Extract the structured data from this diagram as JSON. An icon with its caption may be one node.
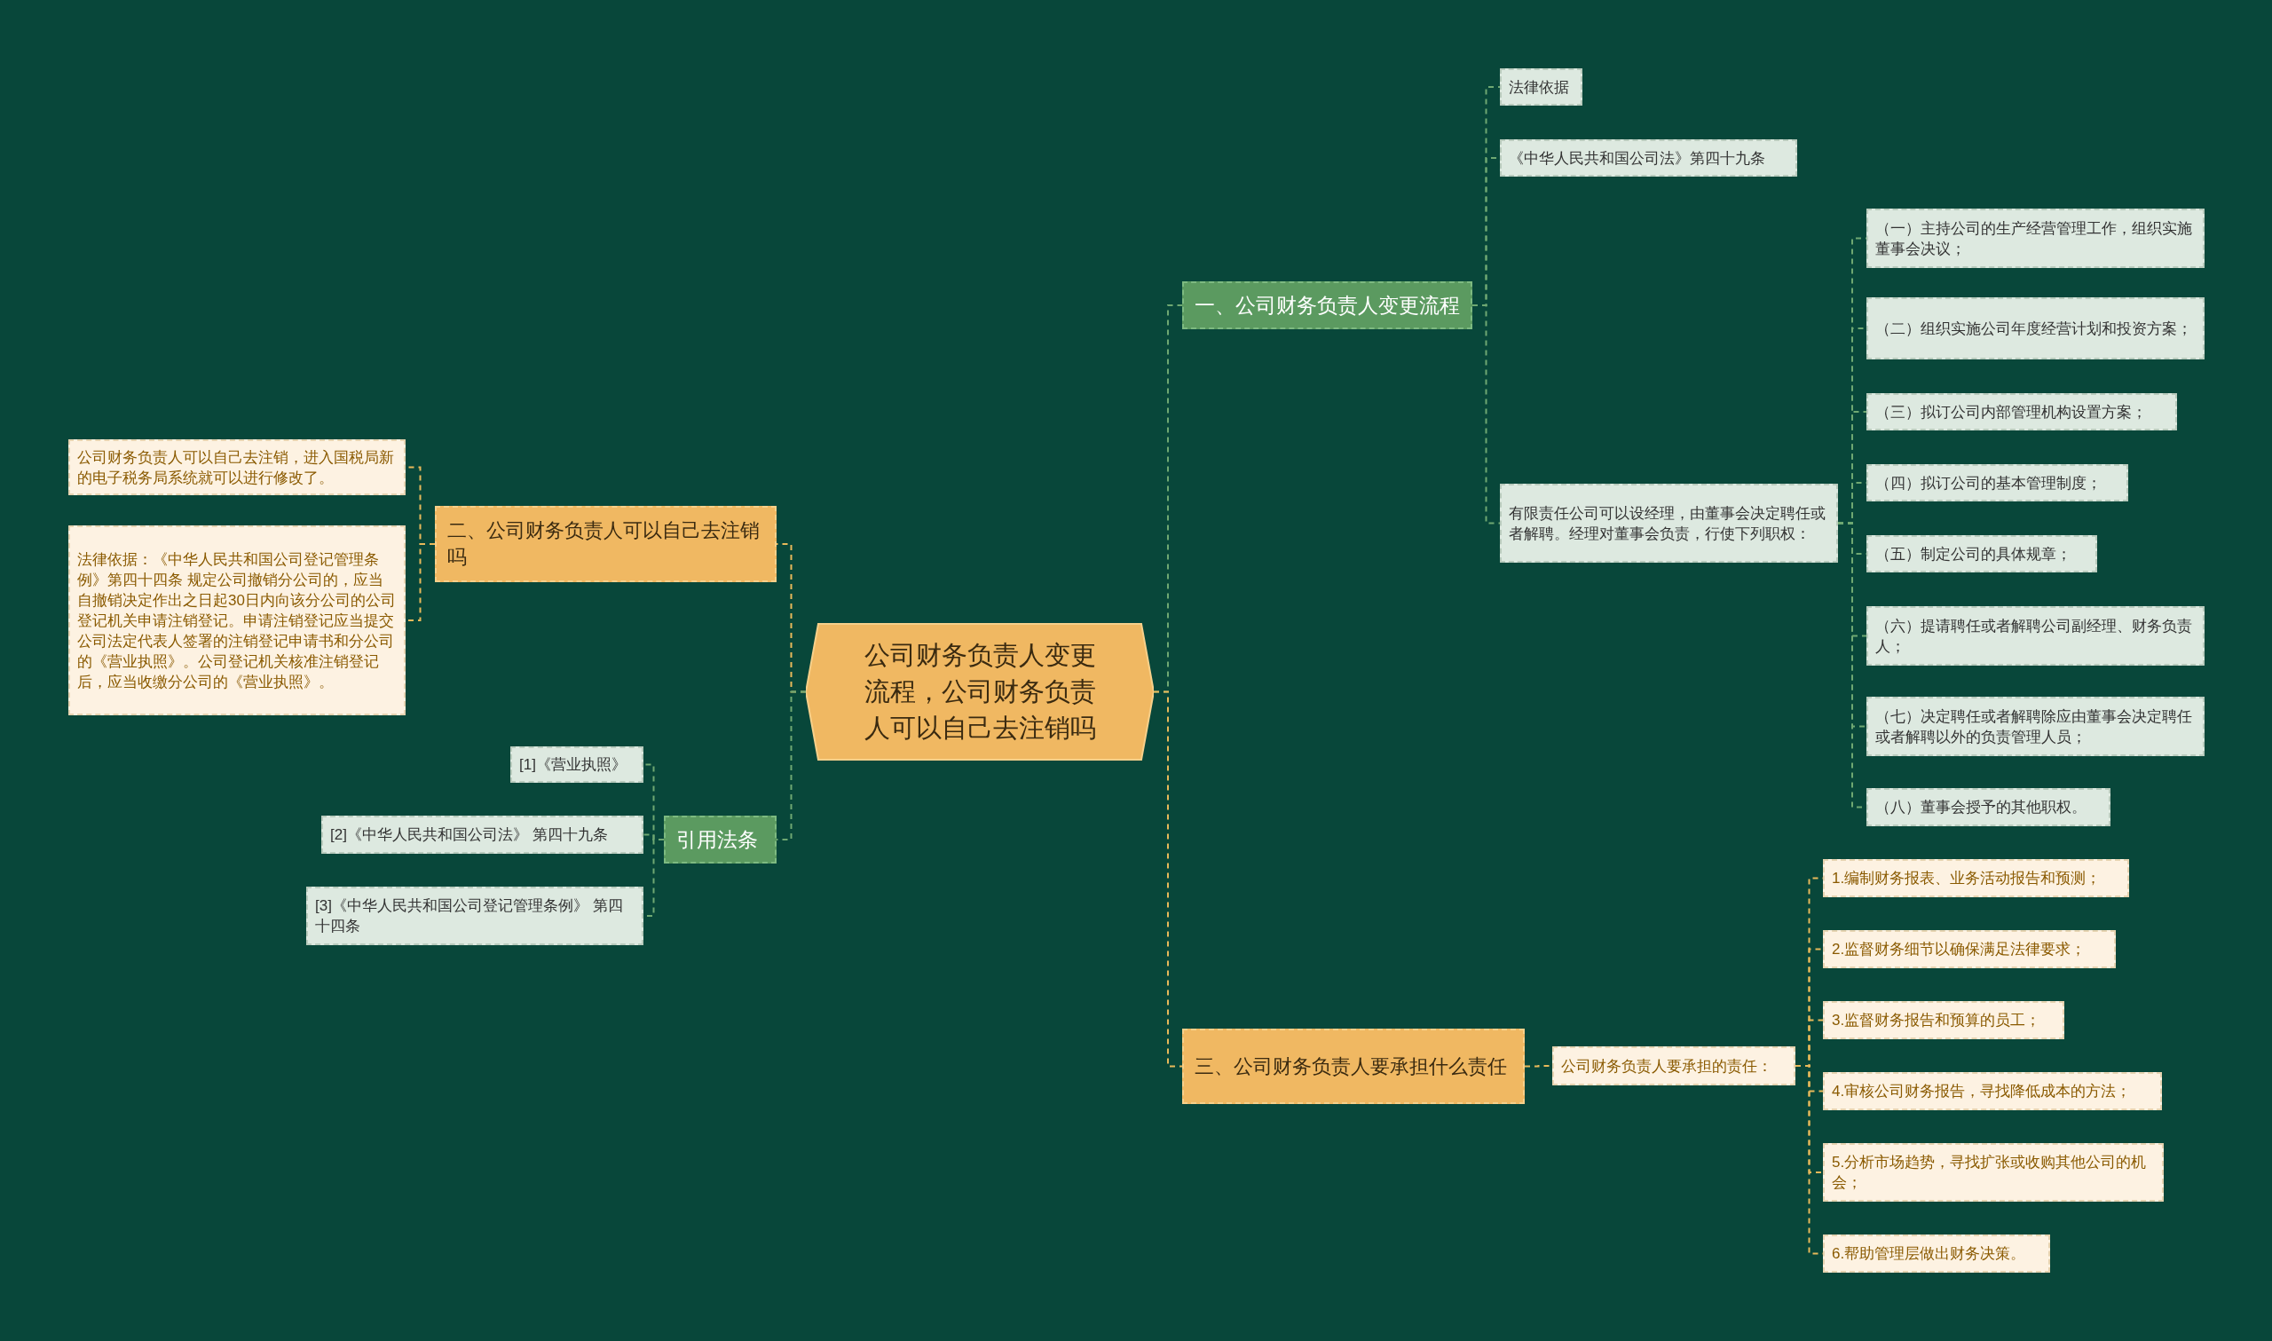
{
  "diagram": {
    "nodes": [
      {
        "text": [
          "公司财务负责人变更流程，公司财务负责人可以自己去注销吗"
        ]
      },
      {
        "text": [
          "一、公司财务负责人变更流程"
        ]
      },
      {
        "text": [
          "法律依据"
        ]
      },
      {
        "text": [
          "《中华人民共和国公司法》第四十九条"
        ]
      },
      {
        "text": [
          "有限责任公司可以设经理，由董事会决定聘任或者解聘。经理对董事会负责，行使下列职权："
        ]
      },
      {
        "text": [
          "（一）主持公司的生产经营管理工作，组织实施董事会决议；"
        ]
      },
      {
        "text": [
          "（二）组织实施公司年度经营计划和投资方案；"
        ]
      },
      {
        "text": [
          "（三）拟订公司内部管理机构设置方案；"
        ]
      },
      {
        "text": [
          "（四）拟订公司的基本管理制度；"
        ]
      },
      {
        "text": [
          "（五）制定公司的具体规章；"
        ]
      },
      {
        "text": [
          "（六）提请聘任或者解聘公司副经理、财务负责人；"
        ]
      },
      {
        "text": [
          "（七）决定聘任或者解聘除应由董事会决定聘任或者解聘以外的负责管理人员；"
        ]
      },
      {
        "text": [
          "（八）董事会授予的其他职权。"
        ]
      },
      {
        "text": [
          "三、公司财务负责人要承担什么责任"
        ]
      },
      {
        "text": [
          "公司财务负责人要承担的责任："
        ]
      },
      {
        "text": [
          "1.编制财务报表、业务活动报告和预测；"
        ]
      },
      {
        "text": [
          "2.监督财务细节以确保满足法律要求；"
        ]
      },
      {
        "text": [
          "3.监督财务报告和预算的员工；"
        ]
      },
      {
        "text": [
          "4.审核公司财务报告，寻找降低成本的方法；"
        ]
      },
      {
        "text": [
          "5.分析市场趋势，寻找扩张或收购其他公司的机会；"
        ]
      },
      {
        "text": [
          "6.帮助管理层做出财务决策。"
        ]
      },
      {
        "text": [
          "二、公司财务负责人可以自己去注销吗"
        ]
      },
      {
        "text": [
          "公司财务负责人可以自己去注销，进入国税局新的电子税务局系统就可以进行修改了。"
        ]
      },
      {
        "text": [
          "法律依据：《中华人民共和国公司登记管理条例》第四十四条 规定公司撤销分公司的，应当自撤销决定作出之日起30日内向该分公司的公司登记机关申请注销登记。申请注销登记应当提交公司法定代表人签署的注销登记申请书和分公司的《营业执照》。公司登记机关核准注销登记后，应当收缴分公司的《营业执照》。"
        ]
      },
      {
        "text": [
          "引用法条"
        ]
      },
      {
        "text": [
          "[1]《营业执照》"
        ]
      },
      {
        "text": [
          "[2]《中华人民共和国公司法》 第四十九条"
        ]
      },
      {
        "text": [
          "[3]《中华人民共和国公司登记管理条例》 第四十四条"
        ]
      }
    ],
    "edges": [
      {
        "from": 0,
        "to": 1,
        "arrow": "none"
      },
      {
        "from": 1,
        "to": 2,
        "arrow": "none"
      },
      {
        "from": 1,
        "to": 3,
        "arrow": "none"
      },
      {
        "from": 1,
        "to": 4,
        "arrow": "none"
      },
      {
        "from": 4,
        "to": 5,
        "arrow": "none"
      },
      {
        "from": 4,
        "to": 6,
        "arrow": "none"
      },
      {
        "from": 4,
        "to": 7,
        "arrow": "none"
      },
      {
        "from": 4,
        "to": 8,
        "arrow": "none"
      },
      {
        "from": 4,
        "to": 9,
        "arrow": "none"
      },
      {
        "from": 4,
        "to": 10,
        "arrow": "none"
      },
      {
        "from": 4,
        "to": 11,
        "arrow": "none"
      },
      {
        "from": 4,
        "to": 12,
        "arrow": "none"
      },
      {
        "from": 0,
        "to": 13,
        "arrow": "none",
        "color": "#e8b95a"
      },
      {
        "from": 13,
        "to": 14,
        "arrow": "none",
        "color": "#e8b95a"
      },
      {
        "from": 14,
        "to": 15,
        "arrow": "none",
        "color": "#e8b95a"
      },
      {
        "from": 14,
        "to": 16,
        "arrow": "none",
        "color": "#e8b95a"
      },
      {
        "from": 14,
        "to": 17,
        "arrow": "none",
        "color": "#e8b95a"
      },
      {
        "from": 14,
        "to": 18,
        "arrow": "none",
        "color": "#e8b95a"
      },
      {
        "from": 14,
        "to": 19,
        "arrow": "none",
        "color": "#e8b95a"
      },
      {
        "from": 14,
        "to": 20,
        "arrow": "none",
        "color": "#e8b95a"
      },
      {
        "from": 0,
        "to": 21,
        "arrow": "none",
        "color": "#e8b95a"
      },
      {
        "from": 21,
        "to": 22,
        "arrow": "none",
        "color": "#e8b95a"
      },
      {
        "from": 21,
        "to": 23,
        "arrow": "none",
        "color": "#e8b95a"
      },
      {
        "from": 0,
        "to": 24,
        "arrow": "none"
      },
      {
        "from": 24,
        "to": 25,
        "arrow": "none"
      },
      {
        "from": 24,
        "to": 26,
        "arrow": "none"
      },
      {
        "from": 24,
        "to": 27,
        "arrow": "none"
      }
    ]
  }
}
